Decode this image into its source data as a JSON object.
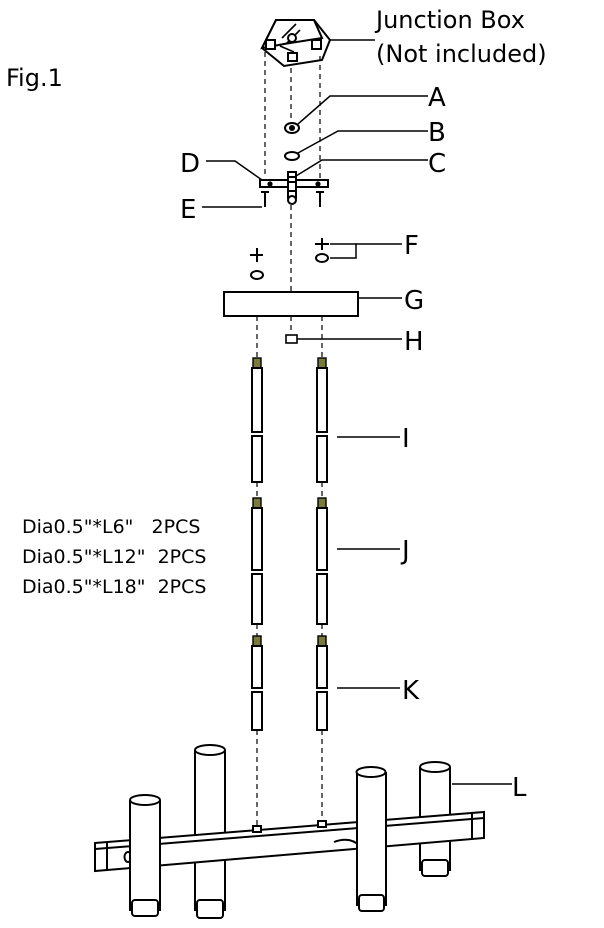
{
  "figure_label": "Fig.1",
  "junction_box": {
    "line1": "Junction Box",
    "line2": "(Not included)"
  },
  "parts": {
    "A": "A",
    "B": "B",
    "C": "C",
    "D": "D",
    "E": "E",
    "F": "F",
    "G": "G",
    "H": "H",
    "I": "I",
    "J": "J",
    "K": "K",
    "L": "L"
  },
  "rod_specs": [
    "Dia0.5\"*L6\"   2PCS",
    "Dia0.5\"*L12\"  2PCS",
    "Dia0.5\"*L18\"  2PCS"
  ],
  "colors": {
    "line": "#000000",
    "rod_tip": "#7a7a3a",
    "fill": "#ffffff"
  }
}
